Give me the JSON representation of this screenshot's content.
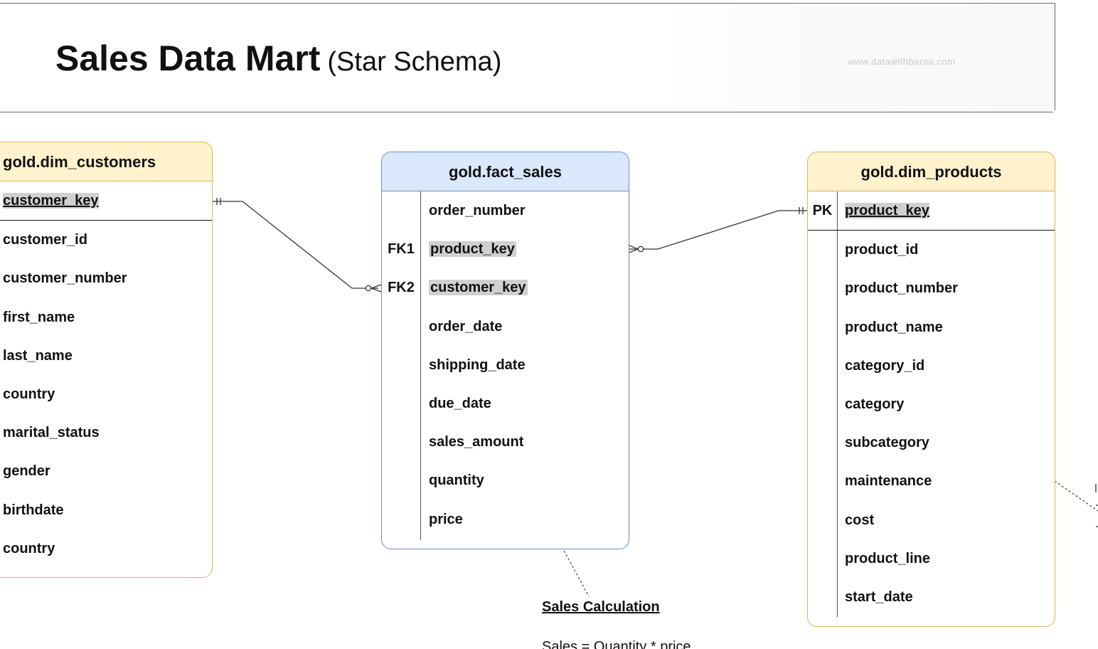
{
  "title": {
    "main": "Sales Data Mart",
    "sub": "(Star Schema)",
    "watermark": "www.datawithbaraa.com"
  },
  "tables": {
    "customers": {
      "name": "gold.dim_customers",
      "pk": "customer_key",
      "columns": [
        "customer_id",
        "customer_number",
        "first_name",
        "last_name",
        "country",
        "marital_status",
        "gender",
        "birthdate",
        "country"
      ]
    },
    "fact": {
      "name": "gold.fact_sales",
      "columns": [
        {
          "key": "",
          "name": "order_number"
        },
        {
          "key": "FK1",
          "name": "product_key"
        },
        {
          "key": "FK2",
          "name": "customer_key"
        },
        {
          "key": "",
          "name": "order_date"
        },
        {
          "key": "",
          "name": "shipping_date"
        },
        {
          "key": "",
          "name": "due_date"
        },
        {
          "key": "",
          "name": "sales_amount"
        },
        {
          "key": "",
          "name": "quantity"
        },
        {
          "key": "",
          "name": "price"
        }
      ]
    },
    "products": {
      "name": "gold.dim_products",
      "pk_label": "PK",
      "pk": "product_key",
      "columns": [
        "product_id",
        "product_number",
        "product_name",
        "category_id",
        "category",
        "subcategory",
        "maintenance",
        "cost",
        "product_line",
        "start_date"
      ]
    }
  },
  "note": {
    "title": "Sales Calculation",
    "formula": "Sales = Quantity * price"
  },
  "colors": {
    "dimension_fill": "#fff2cc",
    "dimension_border": "#d6b656",
    "fact_fill": "#dae8fc",
    "fact_border": "#6c8ebf",
    "key_highlight": "#d0d0d0"
  }
}
